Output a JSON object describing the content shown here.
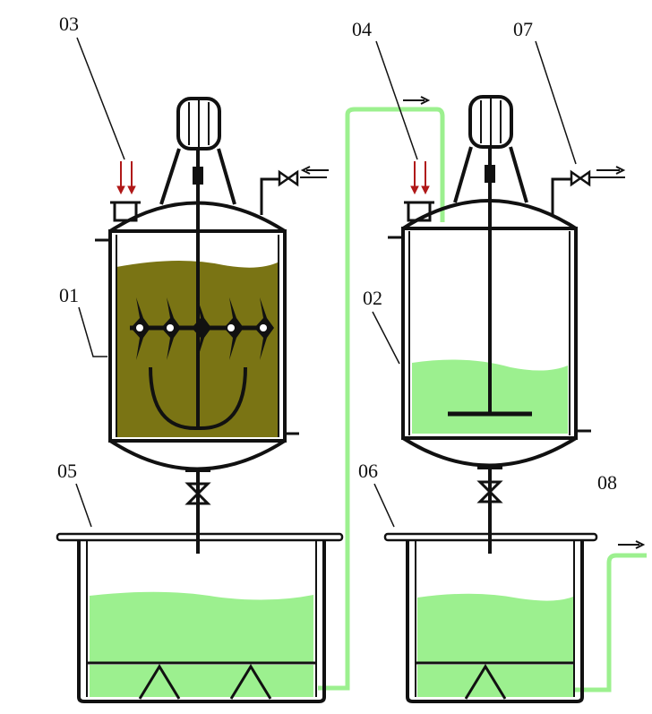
{
  "labels": {
    "tank_a": "01",
    "tank_b": "02",
    "inlet_a": "03",
    "inlet_b": "04",
    "basin_a": "05",
    "basin_b": "06",
    "vent_valve": "07",
    "outlet": "08"
  },
  "colors": {
    "stroke": "#111111",
    "olive_liquid": "#7a7414",
    "green_liquid": "#9cf08f",
    "pipe_green": "#9cf08f",
    "feed_arrow": "#b01818"
  },
  "icons": [
    "motor-icon",
    "valve-icon",
    "flow-arrow-icon",
    "impeller-icon"
  ]
}
